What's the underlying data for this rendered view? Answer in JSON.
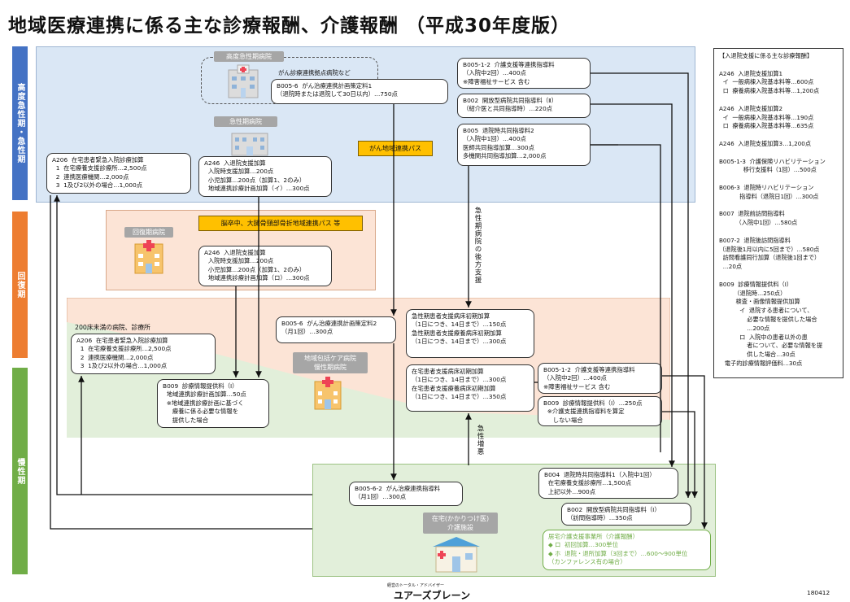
{
  "title": "地域医療連携に係る主な診療報酬、介護報酬 （平成30年度版）",
  "phases": {
    "acute": "高度急性期・急性期",
    "recovery": "回復期",
    "chronic": "慢性期"
  },
  "hospitals": {
    "advanced": "高度急性期病院",
    "acute": "急性期病院",
    "recovery": "回復期病院",
    "community": "地域包括ケア病院\n慢性期病院",
    "home": "在宅(かかりつけ医)\n介護施設"
  },
  "labels": {
    "cancer_hospital": "がん診療連携拠点病院など",
    "cancer_path": "がん地域連携パス",
    "stroke_path": "脳卒中、大腿骨頸部骨折地域連携パス 等",
    "acute_support": "急性期病院の後方支援",
    "worsening": "急性増悪",
    "small_clinic": "200床未満の病院、診療所",
    "footer_code": "180412",
    "logo_sub": "経営のトータル・アドバイザー",
    "logo_main": "ユアーズブレーン"
  },
  "boxes": {
    "b005_6": "B005-6  がん治療連携計画策定料1\n（退院時または退院して30日以内）…750点",
    "b005_1_2_top": "B005-1-2  介護支援等連携指導料\n（入院中2回）…400点\n※障害福祉サービス 含む",
    "b002_top": "B002  開放型病院共同指導料（Ⅱ）\n（紹介医と共同指導時）…220点",
    "b005_taiin": "B005  退院時共同指導料2\n（入院中1回）…400点\n医師共同指導加算…300点\n多機関共同指導加算…2,000点",
    "a206_top": "A206  在宅患者緊急入院診療加算\n  1  在宅療養支援診療所…2,500点\n  2  連携医療機関…2,000点\n  3  1及び2以外の場合…1,000点",
    "a246_top": "A246  入退院支援加算\n  入院時支援加算…200点\n  小児加算…200点（加算1、2のみ）\n  地域連携診療計画加算（イ）…300点",
    "a246_mid": "A246  入退院支援加算\n  入院時支援加算…200点\n  小児加算…200点（加算1、2のみ）\n  地域連携診療計画加算（ロ）…300点",
    "b005_6_2": "B005-6  がん治療連携計画策定料2\n（月1回）…300点",
    "acute_support_add": "急性期患者支援病床初期加算\n（1日につき、14日まで）…150点\n急性期患者支援療養病床初期加算\n（1日につき、14日まで）…300点",
    "home_support_add": "在宅患者支援病床初期加算\n（1日につき、14日まで）…300点\n在宅患者支援療養病床初期加算\n（1日につき、14日まで）…350点",
    "a206_mid": "A206  在宅患者緊急入院診療加算\n  1  在宅療養支援診療所…2,500点\n  2  連携医療機関…2,000点\n  3  1及び2以外の場合…1,000点",
    "b009_mid": "B009  診療情報提供料（Ⅰ）\n  地域連携診療計画加算…50点\n  ※地域連携診療計画に基づく\n     療養に係る必要な情報を\n     提供した場合",
    "b005_1_2_mid": "B005-1-2  介護支援等連携指導料\n（入院中2回）…400点\n※障害福祉サービス 含む",
    "b009_right": "B009  診療情報提供料（Ⅰ）…250点\n  ※介護支援連携指導料を算定\n     しない場合",
    "b004": "B004  退院時共同指導料1（入院中1回）\n  在宅療養支援診療所…1,500点\n  上記以外…900点",
    "b005_6_2_home": "B005-6-2  がん治療連携指導料\n（月1回）…300点",
    "b002_home": "B002  開放型病院共同指導料（Ⅰ）\n（訪問指導時）…350点",
    "care_office": "居宅介護支援事業所（介護報酬）\n◆ ロ  初回加算…300単位\n◆ ホ  退院・退所加算（3回まで）…600〜900単位\n（カンファレンス有の場合）"
  },
  "sidebar": "【入退院支援に係る主な診療報酬】\n\nA246  入退院支援加算1\n  イ  一般病棟入院基本料等…600点\n  ロ  療養病棟入院基本料等…1,200点\n\nA246  入退院支援加算2\n  イ  一般病棟入院基本料等…190点\n  ロ  療養病棟入院基本料等…635点\n\nA246  入退院支援加算3…1,200点\n\nB005-1-3  介護保険リハビリテーション\n             移行支援料（1回）…500点\n\nB006-3  退院時リハビリテーション\n           指導料（退院日1回）…300点\n\nB007  退院前訪問指導料\n         （入院中1回）…580点\n\nB007-2  退院後訪問指導料\n（退院後1月以内に5回まで）…580点\n  訪問看護同行加算（退院後1回まで）\n  …20点\n\nB009  診療情報提供料（Ⅰ）\n        （退院時…250点）\n         検査・画像情報提供加算\n           イ  退院する患者について、\n               必要な情報を提供した場合\n               …200点\n           ロ  入院中の患者以外の患\n               者について、必要な情報を提\n               供した場合…30点\n   電子的診療情報評価料…30点",
  "colors": {
    "acute_phase": "#4472c4",
    "recovery_phase": "#ed7d31",
    "chronic_phase": "#70ad47",
    "acute_bg": "#dae7f5",
    "recovery_bg": "#fce4d6",
    "chronic_bg": "#e2efda",
    "path_yellow": "#ffc000",
    "care_text": "#70ad47"
  }
}
